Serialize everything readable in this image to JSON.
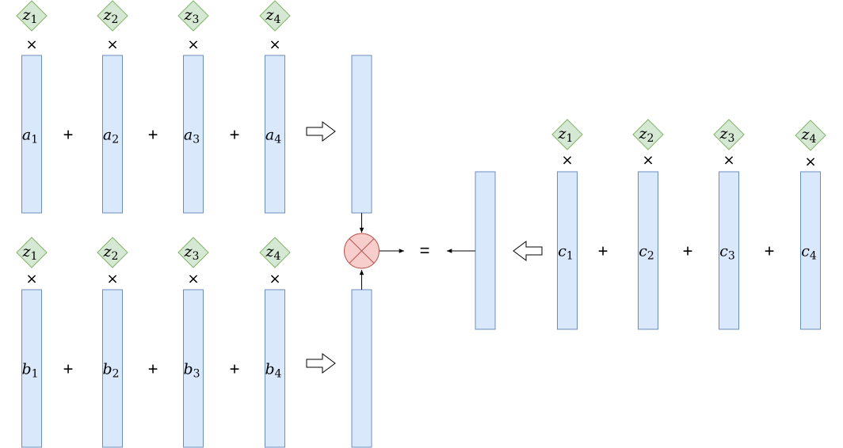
{
  "weights": [
    {
      "base": "z",
      "sub": "1"
    },
    {
      "base": "z",
      "sub": "2"
    },
    {
      "base": "z",
      "sub": "3"
    },
    {
      "base": "z",
      "sub": "4"
    }
  ],
  "groups": {
    "a": {
      "base": "a",
      "subs": [
        "1",
        "2",
        "3",
        "4"
      ]
    },
    "b": {
      "base": "b",
      "subs": [
        "1",
        "2",
        "3",
        "4"
      ]
    },
    "c": {
      "base": "c",
      "subs": [
        "1",
        "2",
        "3",
        "4"
      ]
    }
  },
  "symbols": {
    "plus": "+",
    "times": "×",
    "equals": "="
  },
  "colors": {
    "bar_fill": "#dae8fc",
    "bar_stroke": "#6c8ebf",
    "weight_fill": "#d5e8d4",
    "weight_stroke": "#82b366",
    "product_fill": "#f8cecc",
    "product_stroke": "#b85450"
  },
  "icons": {
    "product": "circle-times-icon",
    "block_arrow": "hollow-arrow-icon"
  }
}
